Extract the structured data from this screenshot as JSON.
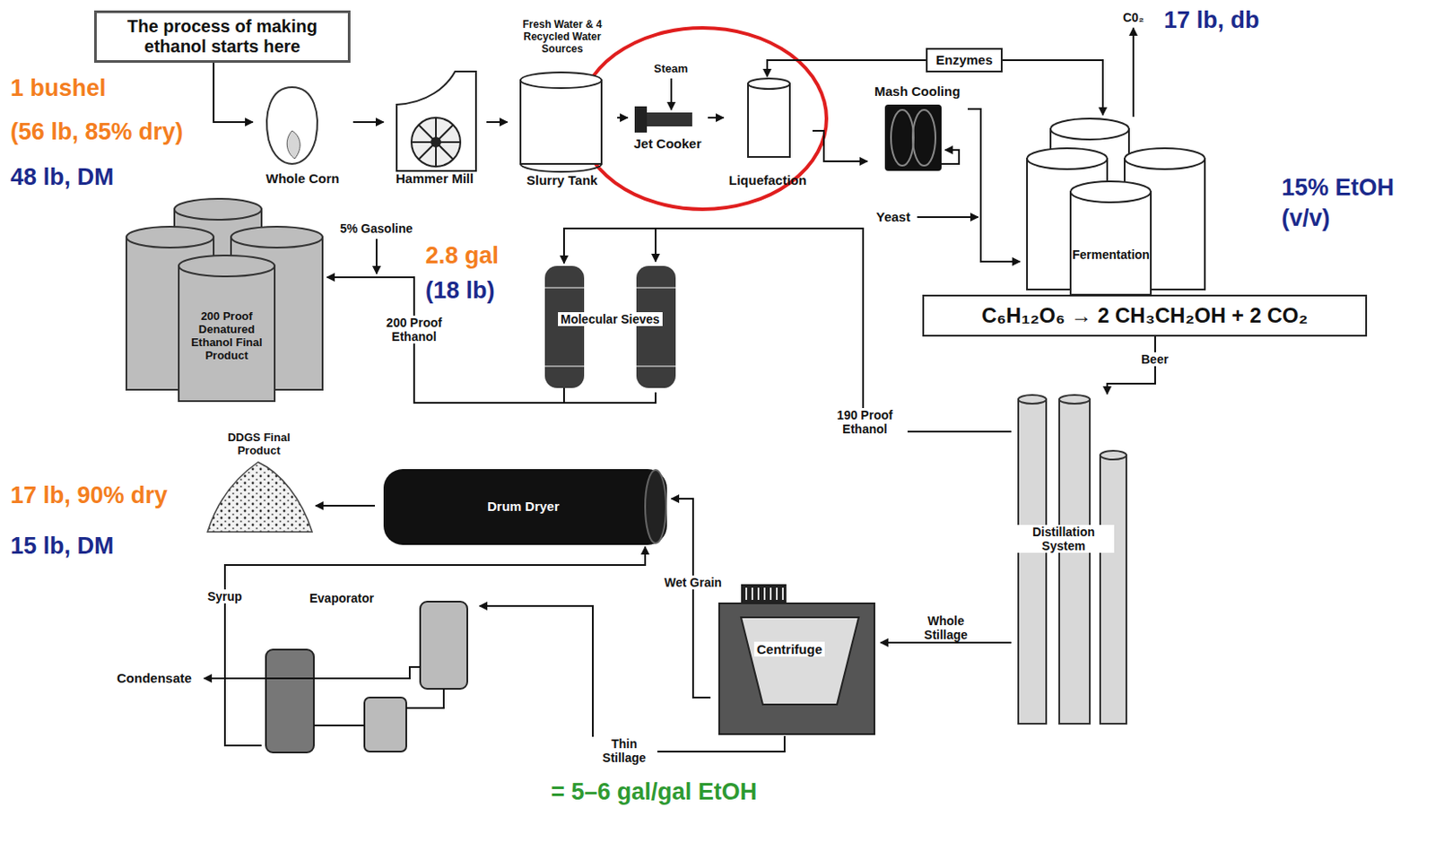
{
  "diagram": {
    "nodes": [
      {
        "text": [
          "The process of making ethanol starts here"
        ]
      },
      {
        "text": [
          "Whole Corn"
        ]
      },
      {
        "text": [
          "Hammer Mill"
        ]
      },
      {
        "text": [
          "Fresh Water & 4 Recycled Water Sources",
          "Slurry Tank"
        ]
      },
      {
        "text": [
          "Jet Cooker"
        ]
      },
      {
        "text": [
          "Liquefaction"
        ]
      },
      {
        "text": [
          "Mash Cooling"
        ]
      },
      {
        "text": [
          "Enzymes"
        ]
      },
      {
        "text": [
          "Fermentation"
        ]
      },
      {
        "text": [
          "C₆H₁₂O₆ → 2 CH₃CH₂OH + 2 CO₂"
        ]
      },
      {
        "text": [
          "Distillation System"
        ]
      },
      {
        "text": [
          "Centrifuge"
        ]
      },
      {
        "text": [
          "Drum Dryer"
        ]
      },
      {
        "text": [
          "Evaporator"
        ]
      },
      {
        "text": [
          "DDGS Final Product"
        ]
      },
      {
        "text": [
          "Molecular Sieves"
        ]
      },
      {
        "text": [
          "200 Proof Denatured Ethanol Final Product"
        ]
      }
    ],
    "edges": [
      {
        "from": 0,
        "to": 1,
        "arrow": "to"
      },
      {
        "from": 1,
        "to": 2,
        "arrow": "to"
      },
      {
        "from": 2,
        "to": 3,
        "arrow": "to"
      },
      {
        "from": 3,
        "to": 4,
        "arrow": "to"
      },
      {
        "from": 4,
        "to": 5,
        "arrow": "to"
      },
      {
        "from": 5,
        "to": 6,
        "arrow": "to"
      },
      {
        "from": 6,
        "to": 8,
        "arrow": "to"
      },
      {
        "from": 7,
        "to": 5,
        "arrow": "to"
      },
      {
        "from": 7,
        "to": 8,
        "arrow": "to"
      },
      {
        "from": 9,
        "to": 10,
        "label": "Beer",
        "arrow": "to"
      },
      {
        "from": 10,
        "to": 15,
        "label": "190 Proof Ethanol",
        "arrow": "to"
      },
      {
        "from": 15,
        "to": 16,
        "label": "200 Proof Ethanol",
        "arrow": "to"
      },
      {
        "from": 10,
        "to": 11,
        "label": "Whole Stillage",
        "arrow": "to"
      },
      {
        "from": 11,
        "to": 12,
        "label": "Wet Grain",
        "arrow": "to"
      },
      {
        "from": 11,
        "to": 13,
        "label": "Thin Stillage",
        "arrow": "to"
      },
      {
        "from": 13,
        "to": 12,
        "label": "Syrup",
        "arrow": "to"
      },
      {
        "from": 12,
        "to": 14,
        "arrow": "to"
      }
    ],
    "labels": [
      "1 bushel",
      "(56 lb, 85% dry)",
      "48 lb, DM",
      "Steam",
      "C0₂",
      "17 lb, db",
      "15% EtOH (v/v)",
      "Yeast",
      "5% Gasoline",
      "2.8 gal",
      "(18 lb)",
      "17 lb, 90% dry",
      "15 lb, DM",
      "Condensate",
      "= 5–6 gal/gal EtOH"
    ]
  }
}
